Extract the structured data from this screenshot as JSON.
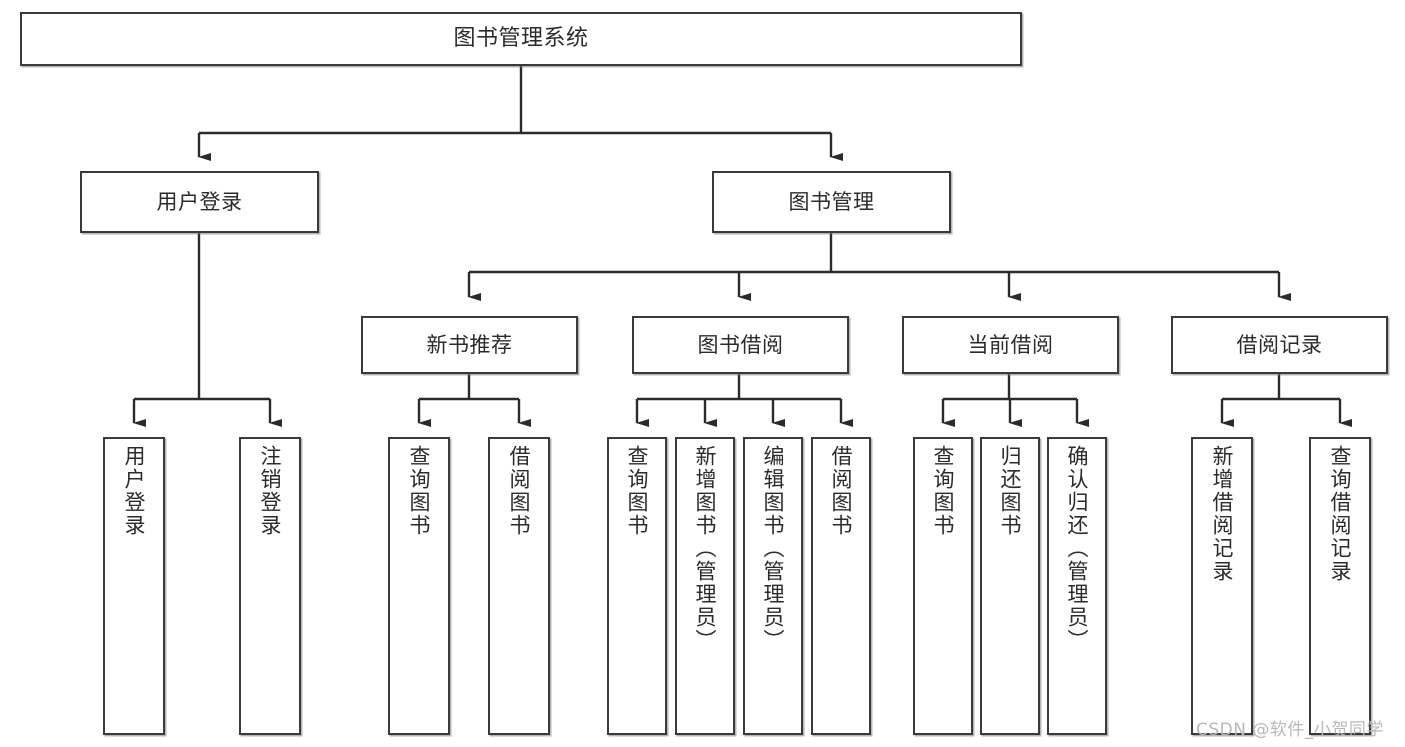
{
  "diagram": {
    "type": "tree-hierarchy",
    "title": "图书管理系统",
    "watermark": "CSDN @软件_小贺同学",
    "colors": {
      "node_border": "#3a3a3a",
      "node_fill": "#ffffff",
      "connector": "#2b2b2b",
      "text": "#2b2b2b",
      "watermark": "#b8b8b8",
      "background": "#ffffff"
    },
    "root": {
      "label": "图书管理系统"
    },
    "level1": [
      {
        "label": "用户登录"
      },
      {
        "label": "图书管理"
      }
    ],
    "level2": [
      {
        "label": "新书推荐"
      },
      {
        "label": "图书借阅"
      },
      {
        "label": "当前借阅"
      },
      {
        "label": "借阅记录"
      }
    ],
    "leaves": {
      "user_login": [
        {
          "label": "用户登录"
        },
        {
          "label": "注销登录"
        }
      ],
      "new_book_recommend": [
        {
          "label": "查询图书"
        },
        {
          "label": "借阅图书"
        }
      ],
      "book_borrow": [
        {
          "label": "查询图书"
        },
        {
          "label": "新增图书（管理员）"
        },
        {
          "label": "编辑图书（管理员）"
        },
        {
          "label": "借阅图书"
        }
      ],
      "current_borrow": [
        {
          "label": "查询图书"
        },
        {
          "label": "归还图书"
        },
        {
          "label": "确认归还（管理员）"
        }
      ],
      "borrow_record": [
        {
          "label": "新增借阅记录"
        },
        {
          "label": "查询借阅记录"
        }
      ]
    }
  }
}
